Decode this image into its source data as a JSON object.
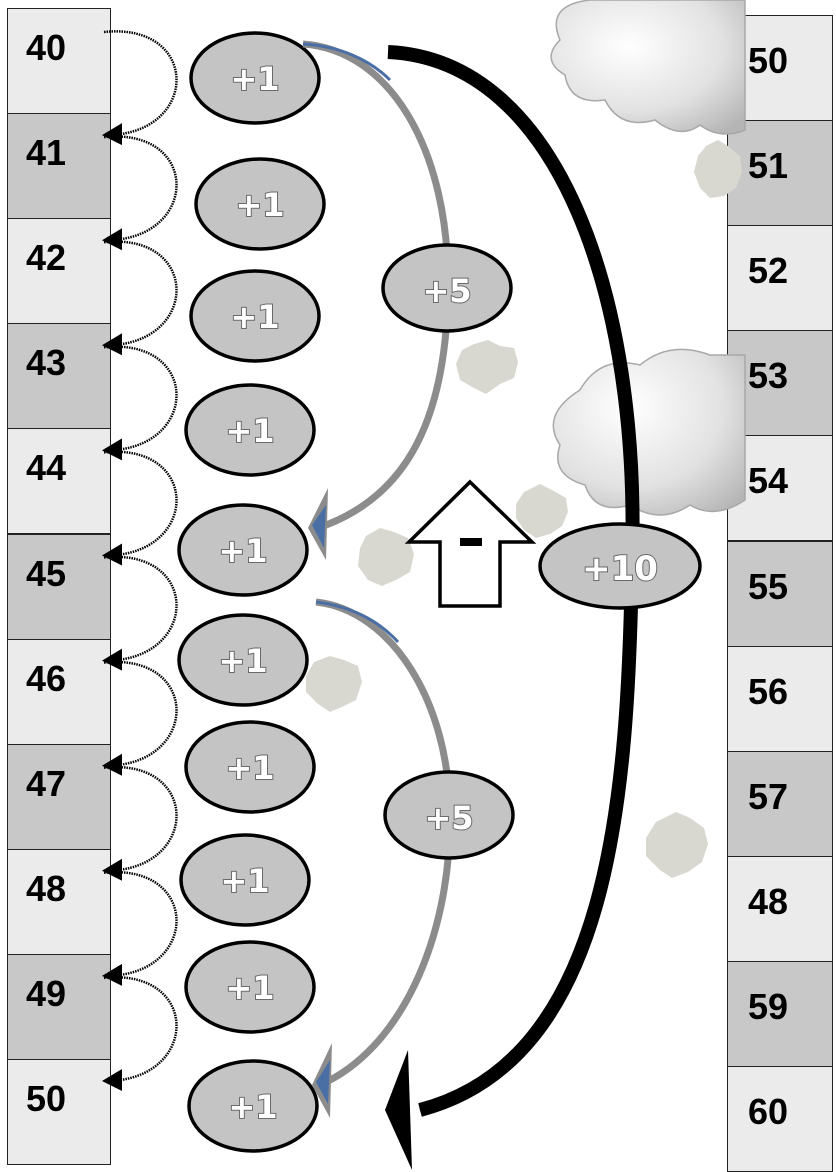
{
  "left_numbers": [
    "40",
    "41",
    "42",
    "43",
    "44",
    "45",
    "46",
    "47",
    "48",
    "49",
    "50"
  ],
  "right_numbers": [
    "50",
    "51",
    "52",
    "53",
    "54",
    "55",
    "56",
    "57",
    "48",
    "59",
    "60"
  ],
  "step_label": "+1",
  "five_label": "+5",
  "ten_label": "+10",
  "colors": {
    "light_cell": "#ebebeb",
    "dark_cell": "#c8c8c8",
    "oval": "#c4c4c4",
    "grey_arc": "#8c8c8c",
    "blue_tip": "#4a6fa5",
    "black": "#000000"
  }
}
